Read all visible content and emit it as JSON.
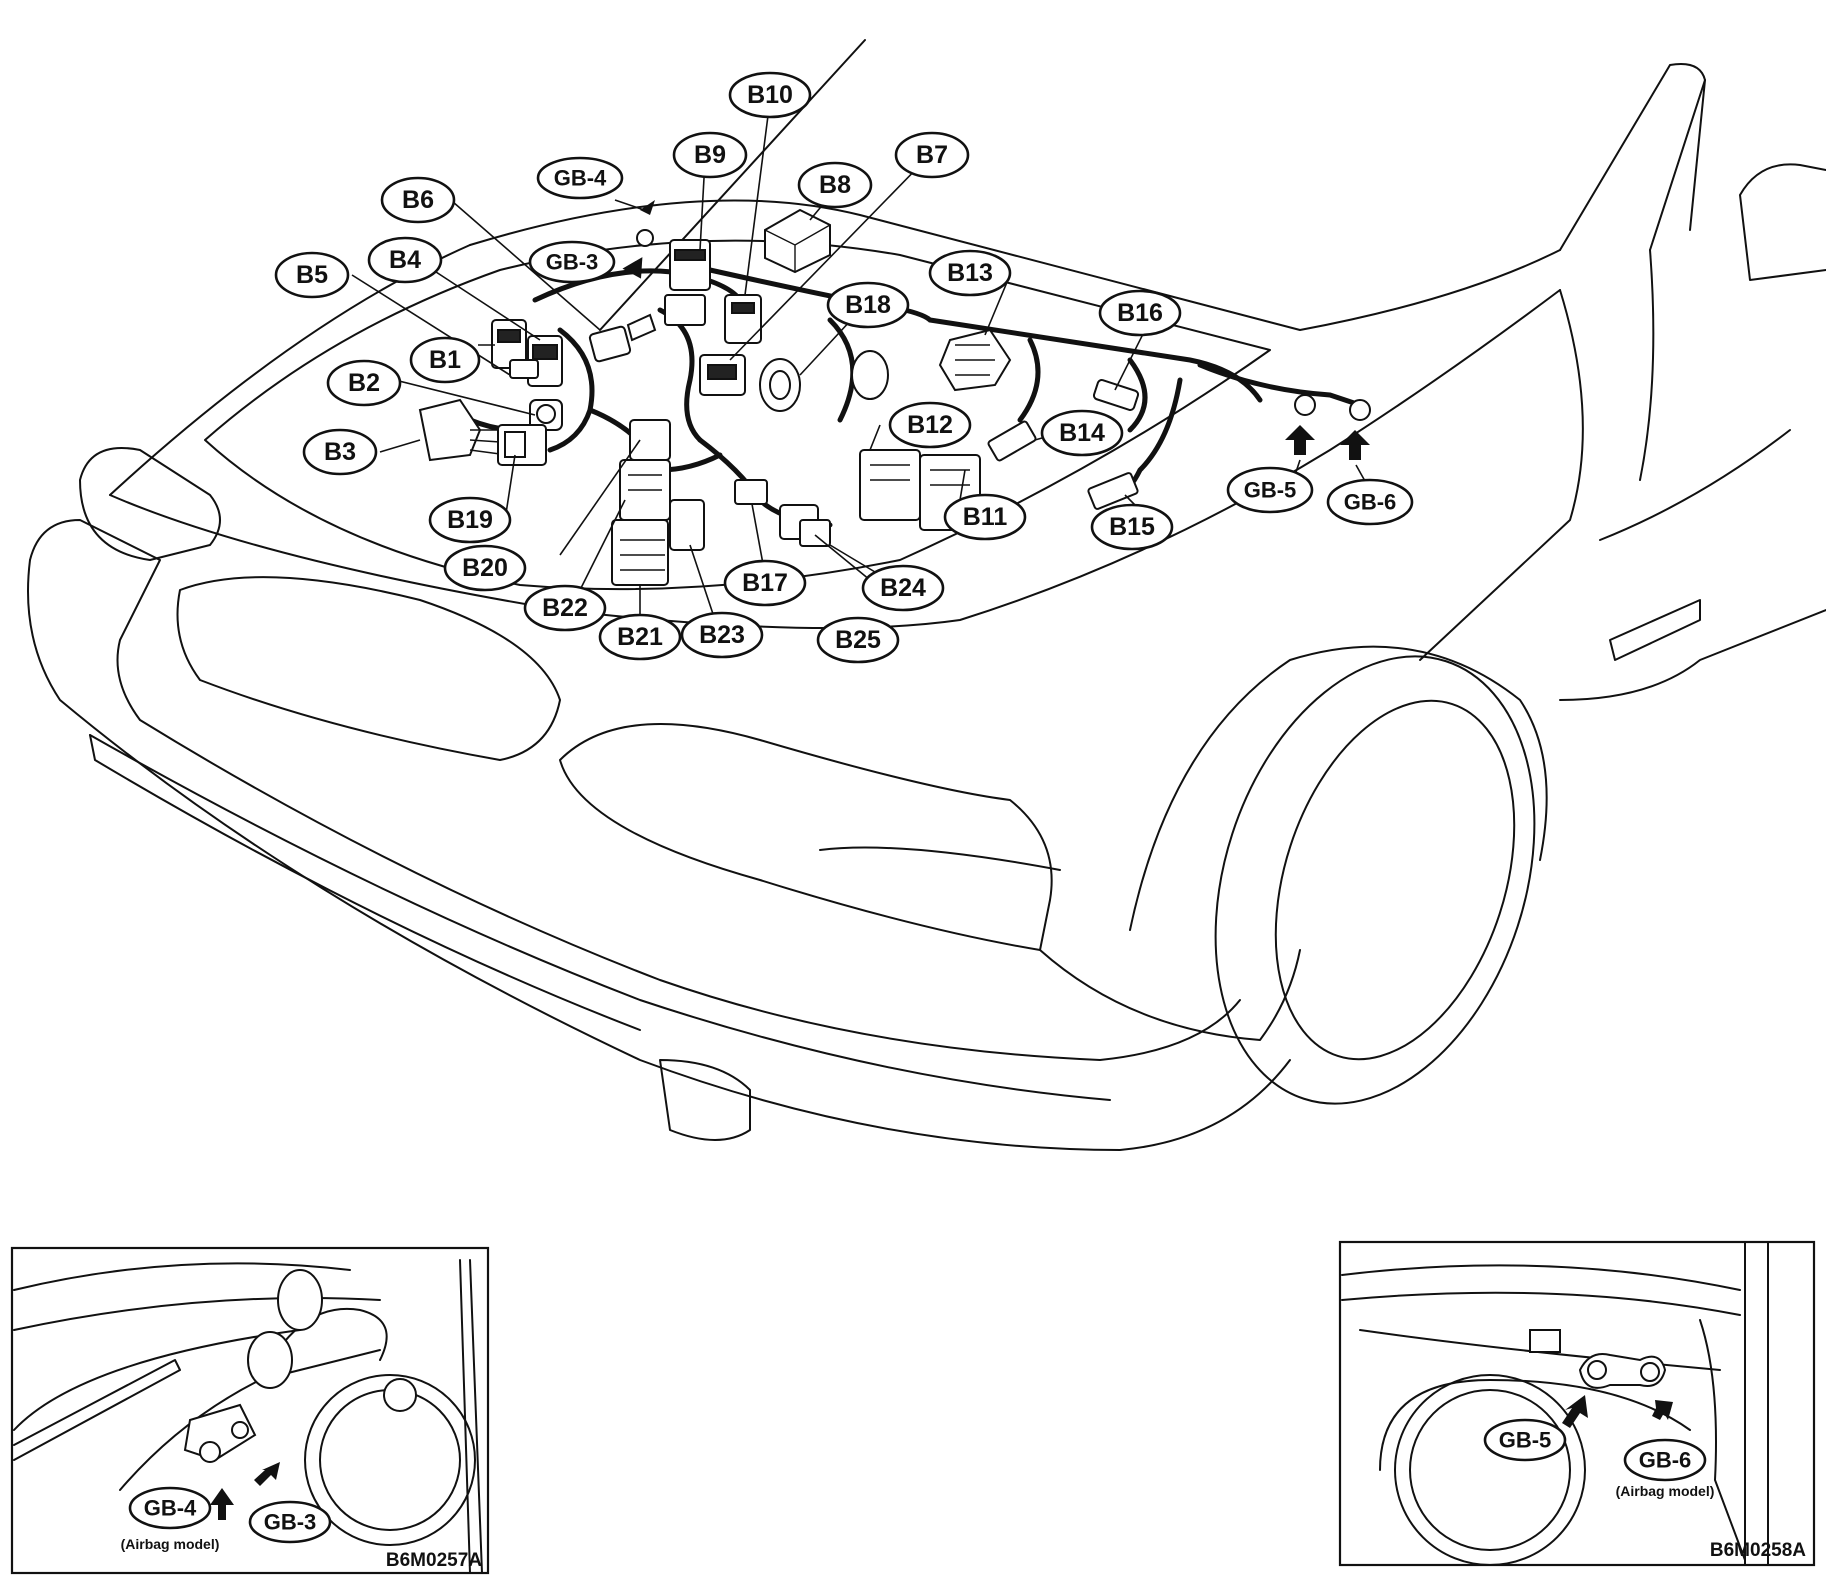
{
  "diagram": {
    "main_labels": {
      "b1": "B1",
      "b2": "B2",
      "b3": "B3",
      "b4": "B4",
      "b5": "B5",
      "b6": "B6",
      "b7": "B7",
      "b8": "B8",
      "b9": "B9",
      "b10": "B10",
      "b11": "B11",
      "b12": "B12",
      "b13": "B13",
      "b14": "B14",
      "b15": "B15",
      "b16": "B16",
      "b17": "B17",
      "b18": "B18",
      "b19": "B19",
      "b20": "B20",
      "b21": "B21",
      "b22": "B22",
      "b23": "B23",
      "b24": "B24",
      "b25": "B25",
      "gb3": "GB-3",
      "gb4": "GB-4",
      "gb5": "GB-5",
      "gb6": "GB-6"
    },
    "inset_left": {
      "gb4": "GB-4",
      "gb3": "GB-3",
      "note": "(Airbag model)",
      "code": "B6M0257A"
    },
    "inset_right": {
      "gb5": "GB-5",
      "gb6": "GB-6",
      "note": "(Airbag model)",
      "code": "B6M0258A"
    }
  }
}
